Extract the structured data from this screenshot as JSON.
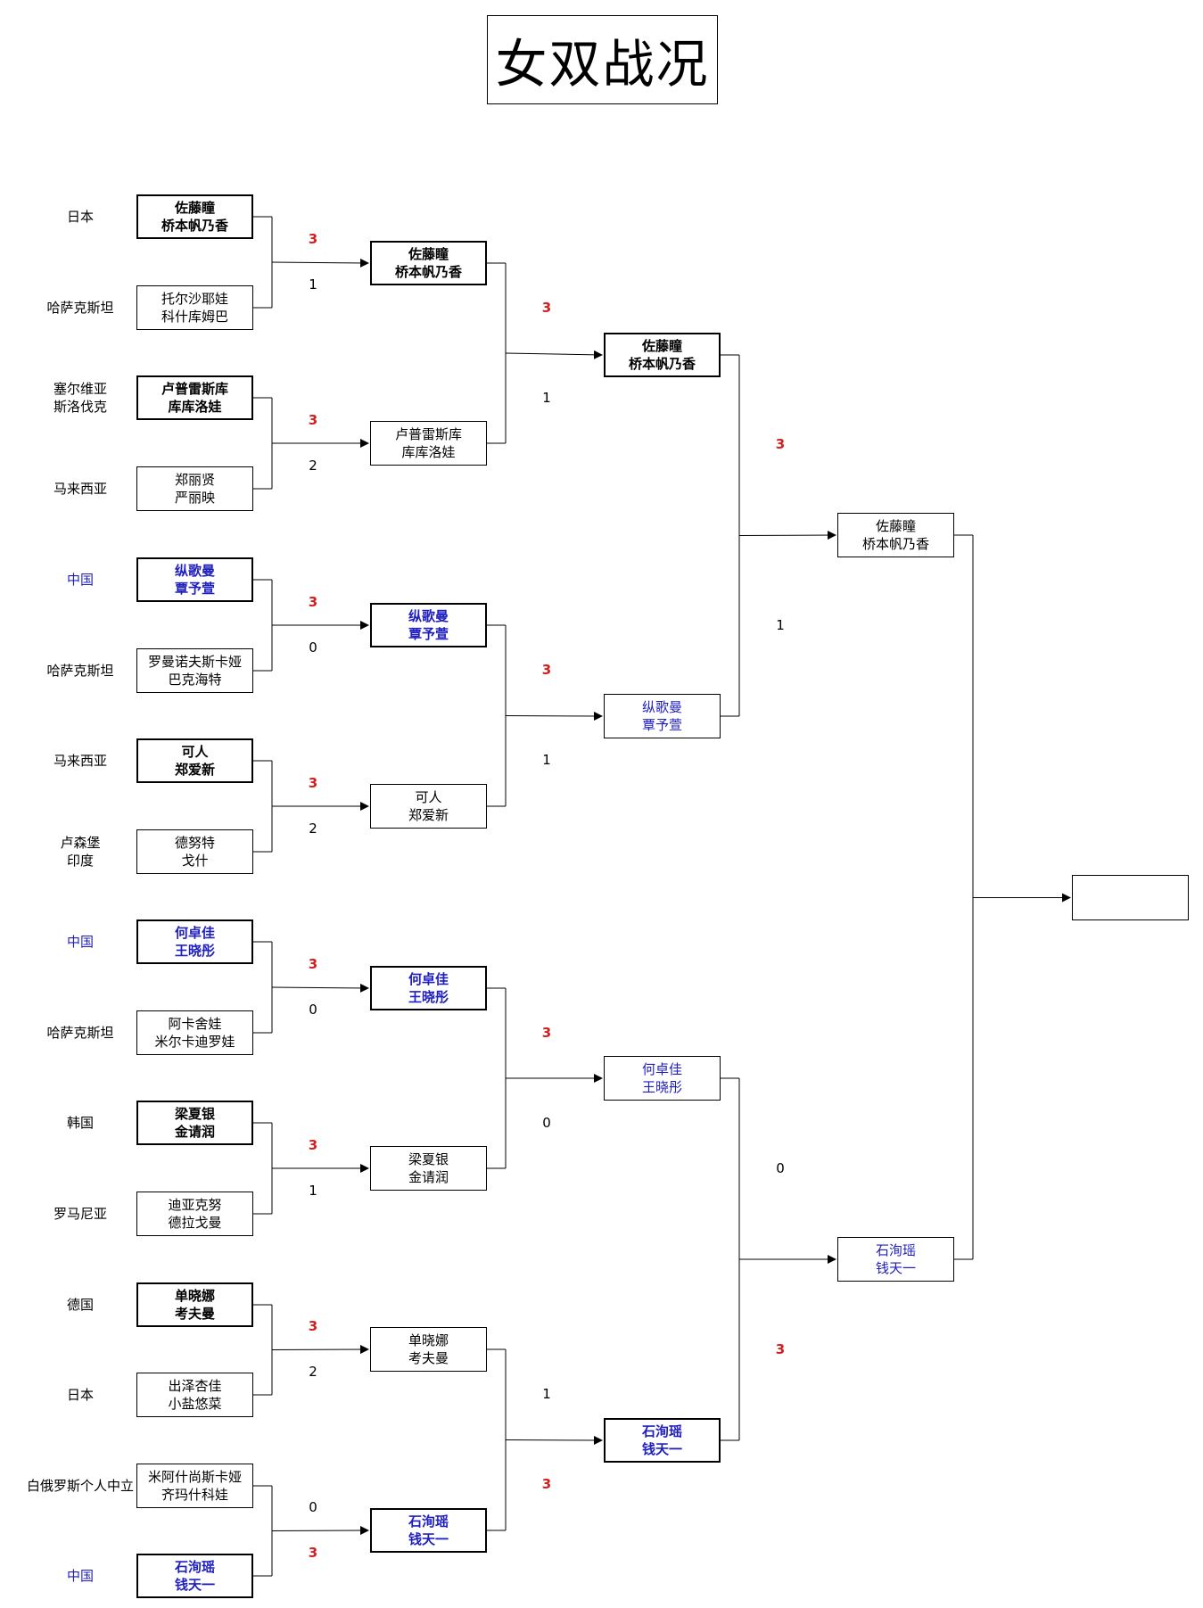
{
  "title": "女双战况",
  "round1": [
    {
      "country": "日本",
      "players": [
        "佐藤瞳",
        "桥本帆乃香"
      ],
      "winner": true,
      "score": "3"
    },
    {
      "country": "哈萨克斯坦",
      "players": [
        "托尔沙耶娃",
        "科什库姆巴"
      ],
      "winner": false,
      "score": "1"
    },
    {
      "country": "塞尔维亚\n斯洛伐克",
      "players": [
        "卢普雷斯库",
        "库库洛娃"
      ],
      "winner": true,
      "score": "3"
    },
    {
      "country": "马来西亚",
      "players": [
        "郑丽贤",
        "严丽映"
      ],
      "winner": false,
      "score": "2"
    },
    {
      "country": "中国",
      "players": [
        "纵歌曼",
        "覃予萱"
      ],
      "winner": true,
      "score": "3",
      "cn": true
    },
    {
      "country": "哈萨克斯坦",
      "players": [
        "罗曼诺夫斯卡娅",
        "巴克海特"
      ],
      "winner": false,
      "score": "0"
    },
    {
      "country": "马来西亚",
      "players": [
        "可人",
        "郑爱新"
      ],
      "winner": true,
      "score": "3"
    },
    {
      "country": "卢森堡\n印度",
      "players": [
        "德努特",
        "戈什"
      ],
      "winner": false,
      "score": "2"
    },
    {
      "country": "中国",
      "players": [
        "何卓佳",
        "王晓彤"
      ],
      "winner": true,
      "score": "3",
      "cn": true
    },
    {
      "country": "哈萨克斯坦",
      "players": [
        "阿卡舍娃",
        "米尔卡迪罗娃"
      ],
      "winner": false,
      "score": "0"
    },
    {
      "country": "韩国",
      "players": [
        "梁夏银",
        "金请润"
      ],
      "winner": true,
      "score": "3"
    },
    {
      "country": "罗马尼亚",
      "players": [
        "迪亚克努",
        "德拉戈曼"
      ],
      "winner": false,
      "score": "1"
    },
    {
      "country": "德国",
      "players": [
        "单晓娜",
        "考夫曼"
      ],
      "winner": true,
      "score": "3"
    },
    {
      "country": "日本",
      "players": [
        "出泽杏佳",
        "小盐悠菜"
      ],
      "winner": false,
      "score": "2"
    },
    {
      "country": "白俄罗斯个人中立",
      "players": [
        "米阿什尚斯卡娅",
        "齐玛什科娃"
      ],
      "winner": false,
      "score": "0"
    },
    {
      "country": "中国",
      "players": [
        "石洵瑶",
        "钱天一"
      ],
      "winner": true,
      "score": "3",
      "cn": true
    }
  ],
  "round2": [
    {
      "players": [
        "佐藤瞳",
        "桥本帆乃香"
      ],
      "winner": true,
      "score": "3"
    },
    {
      "players": [
        "卢普雷斯库",
        "库库洛娃"
      ],
      "winner": false,
      "score": "1"
    },
    {
      "players": [
        "纵歌曼",
        "覃予萱"
      ],
      "winner": true,
      "score": "3",
      "cn": true
    },
    {
      "players": [
        "可人",
        "郑爱新"
      ],
      "winner": false,
      "score": "1"
    },
    {
      "players": [
        "何卓佳",
        "王晓彤"
      ],
      "winner": true,
      "score": "3",
      "cn": true
    },
    {
      "players": [
        "梁夏银",
        "金请润"
      ],
      "winner": false,
      "score": "0"
    },
    {
      "players": [
        "单晓娜",
        "考夫曼"
      ],
      "winner": false,
      "score": "1"
    },
    {
      "players": [
        "石洵瑶",
        "钱天一"
      ],
      "winner": true,
      "score": "3",
      "cn": true
    }
  ],
  "round3": [
    {
      "players": [
        "佐藤瞳",
        "桥本帆乃香"
      ],
      "winner": true,
      "score": "3"
    },
    {
      "players": [
        "纵歌曼",
        "覃予萱"
      ],
      "winner": false,
      "score": "1",
      "cn": true
    },
    {
      "players": [
        "何卓佳",
        "王晓彤"
      ],
      "winner": false,
      "score": "0",
      "cn": true
    },
    {
      "players": [
        "石洵瑶",
        "钱天一"
      ],
      "winner": true,
      "score": "3",
      "cn": true
    }
  ],
  "round4": [
    {
      "players": [
        "佐藤瞳",
        "桥本帆乃香"
      ],
      "winner": false
    },
    {
      "players": [
        "石洵瑶",
        "钱天一"
      ],
      "winner": false,
      "cn": true
    }
  ],
  "champion": {
    "players": []
  }
}
